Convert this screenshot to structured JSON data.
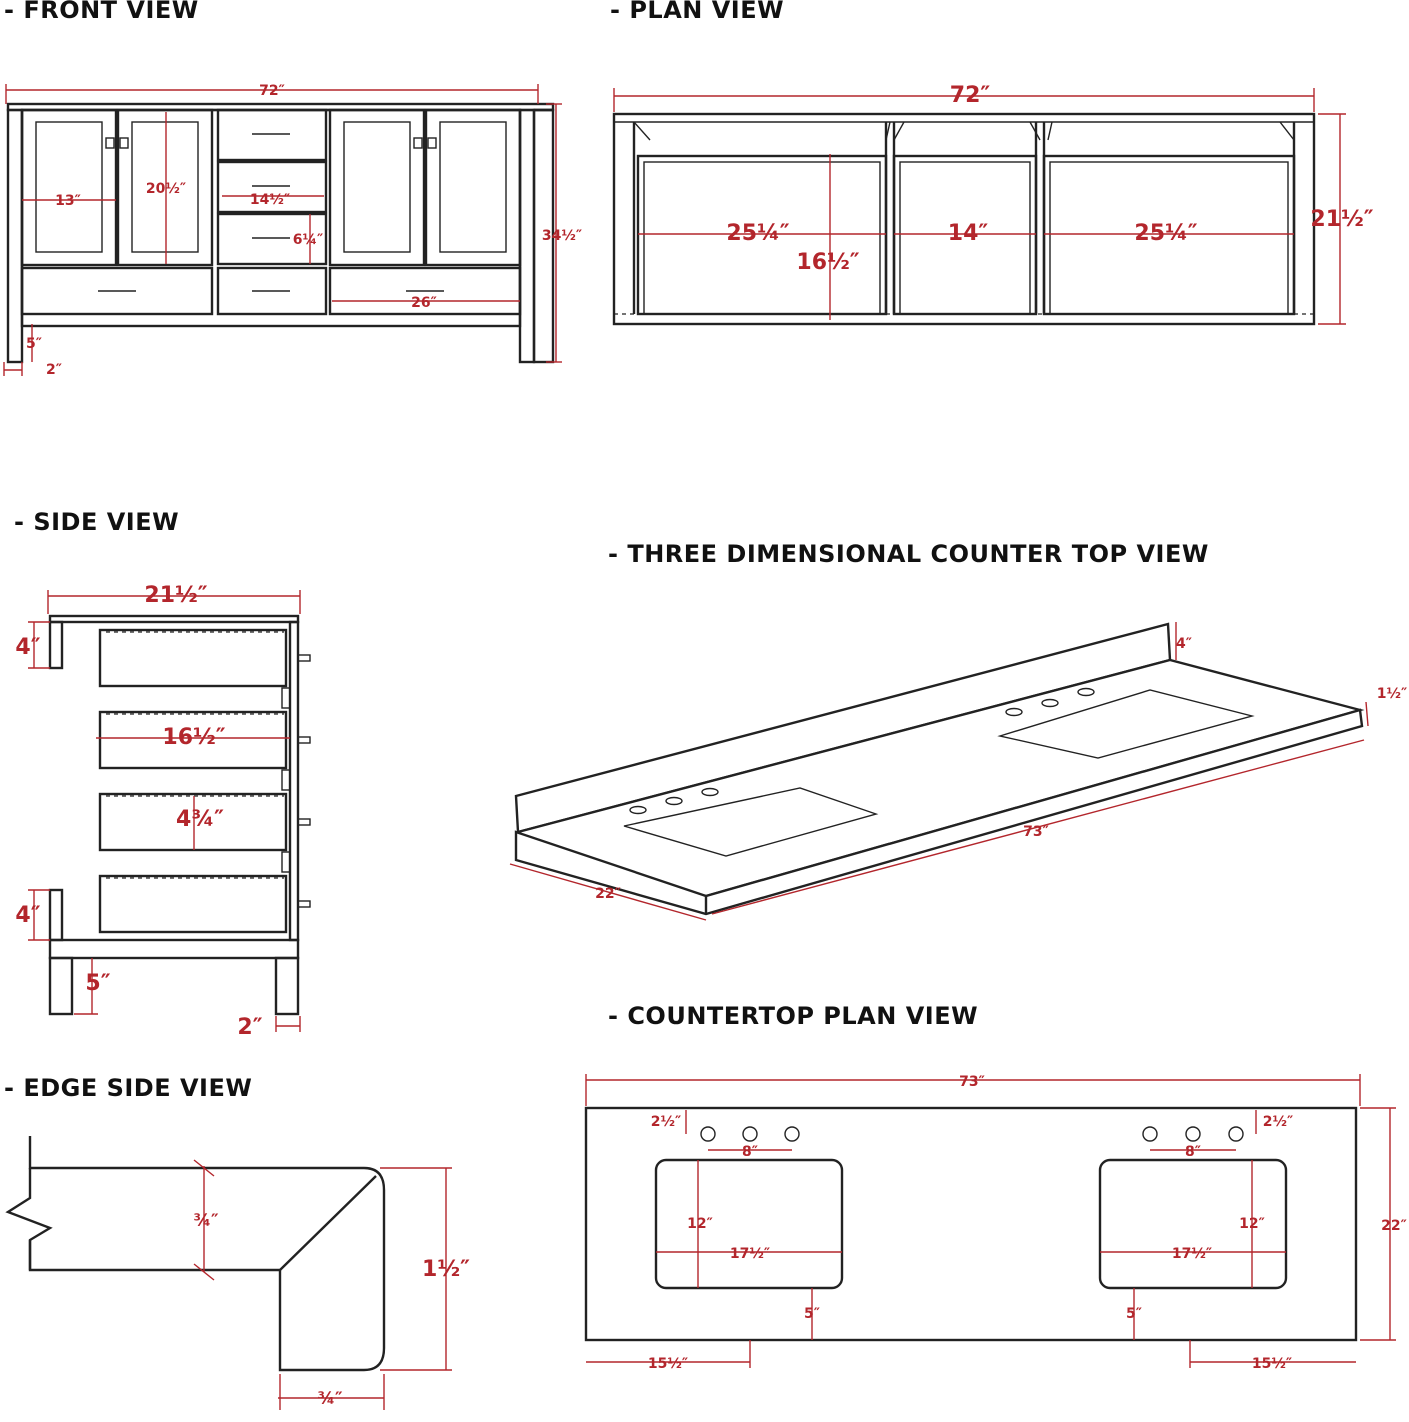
{
  "titles": {
    "front": "- FRONT VIEW",
    "plan": "- PLAN VIEW",
    "side": "- SIDE VIEW",
    "three_d": "- THREE DIMENSIONAL COUNTER TOP VIEW",
    "countertop_plan": "- COUNTERTOP PLAN VIEW",
    "edge_side": "- EDGE SIDE VIEW"
  },
  "front_view": {
    "width": "72″",
    "door_width": "13″",
    "door_height": "20½″",
    "drawer_width": "14½″",
    "drawer_height": "6¼″",
    "height": "34½″",
    "bottom_drawer_width": "26″",
    "leg_clearance": "5″",
    "leg_width": "2″"
  },
  "plan_view": {
    "width": "72″",
    "left_bay": "25¼″",
    "center_bay": "14″",
    "right_bay": "25¼″",
    "bay_depth": "16½″",
    "depth": "21½″"
  },
  "side_view": {
    "depth": "21½″",
    "top_rail": "4″",
    "drawer_depth": "16½″",
    "drawer_height": "4¾″",
    "bottom_rail": "4″",
    "leg_clearance": "5″",
    "leg_width": "2″"
  },
  "three_d_view": {
    "backsplash": "4″",
    "thickness": "1½″",
    "length": "73″",
    "depth": "22″"
  },
  "countertop_plan": {
    "length": "73″",
    "depth": "22″",
    "left_hole_offset": "2½″",
    "right_hole_offset": "2½″",
    "left_spread": "8″",
    "right_spread": "8″",
    "left_sink_depth": "12″",
    "right_sink_depth": "12″",
    "left_sink_width": "17½″",
    "right_sink_width": "17½″",
    "left_front_gap": "5″",
    "right_front_gap": "5″",
    "left_edge_offset": "15½″",
    "right_edge_offset": "15½″"
  },
  "edge_side_view": {
    "top_thickness": "¾″",
    "edge_height": "1½″",
    "edge_thickness": "¾″"
  }
}
